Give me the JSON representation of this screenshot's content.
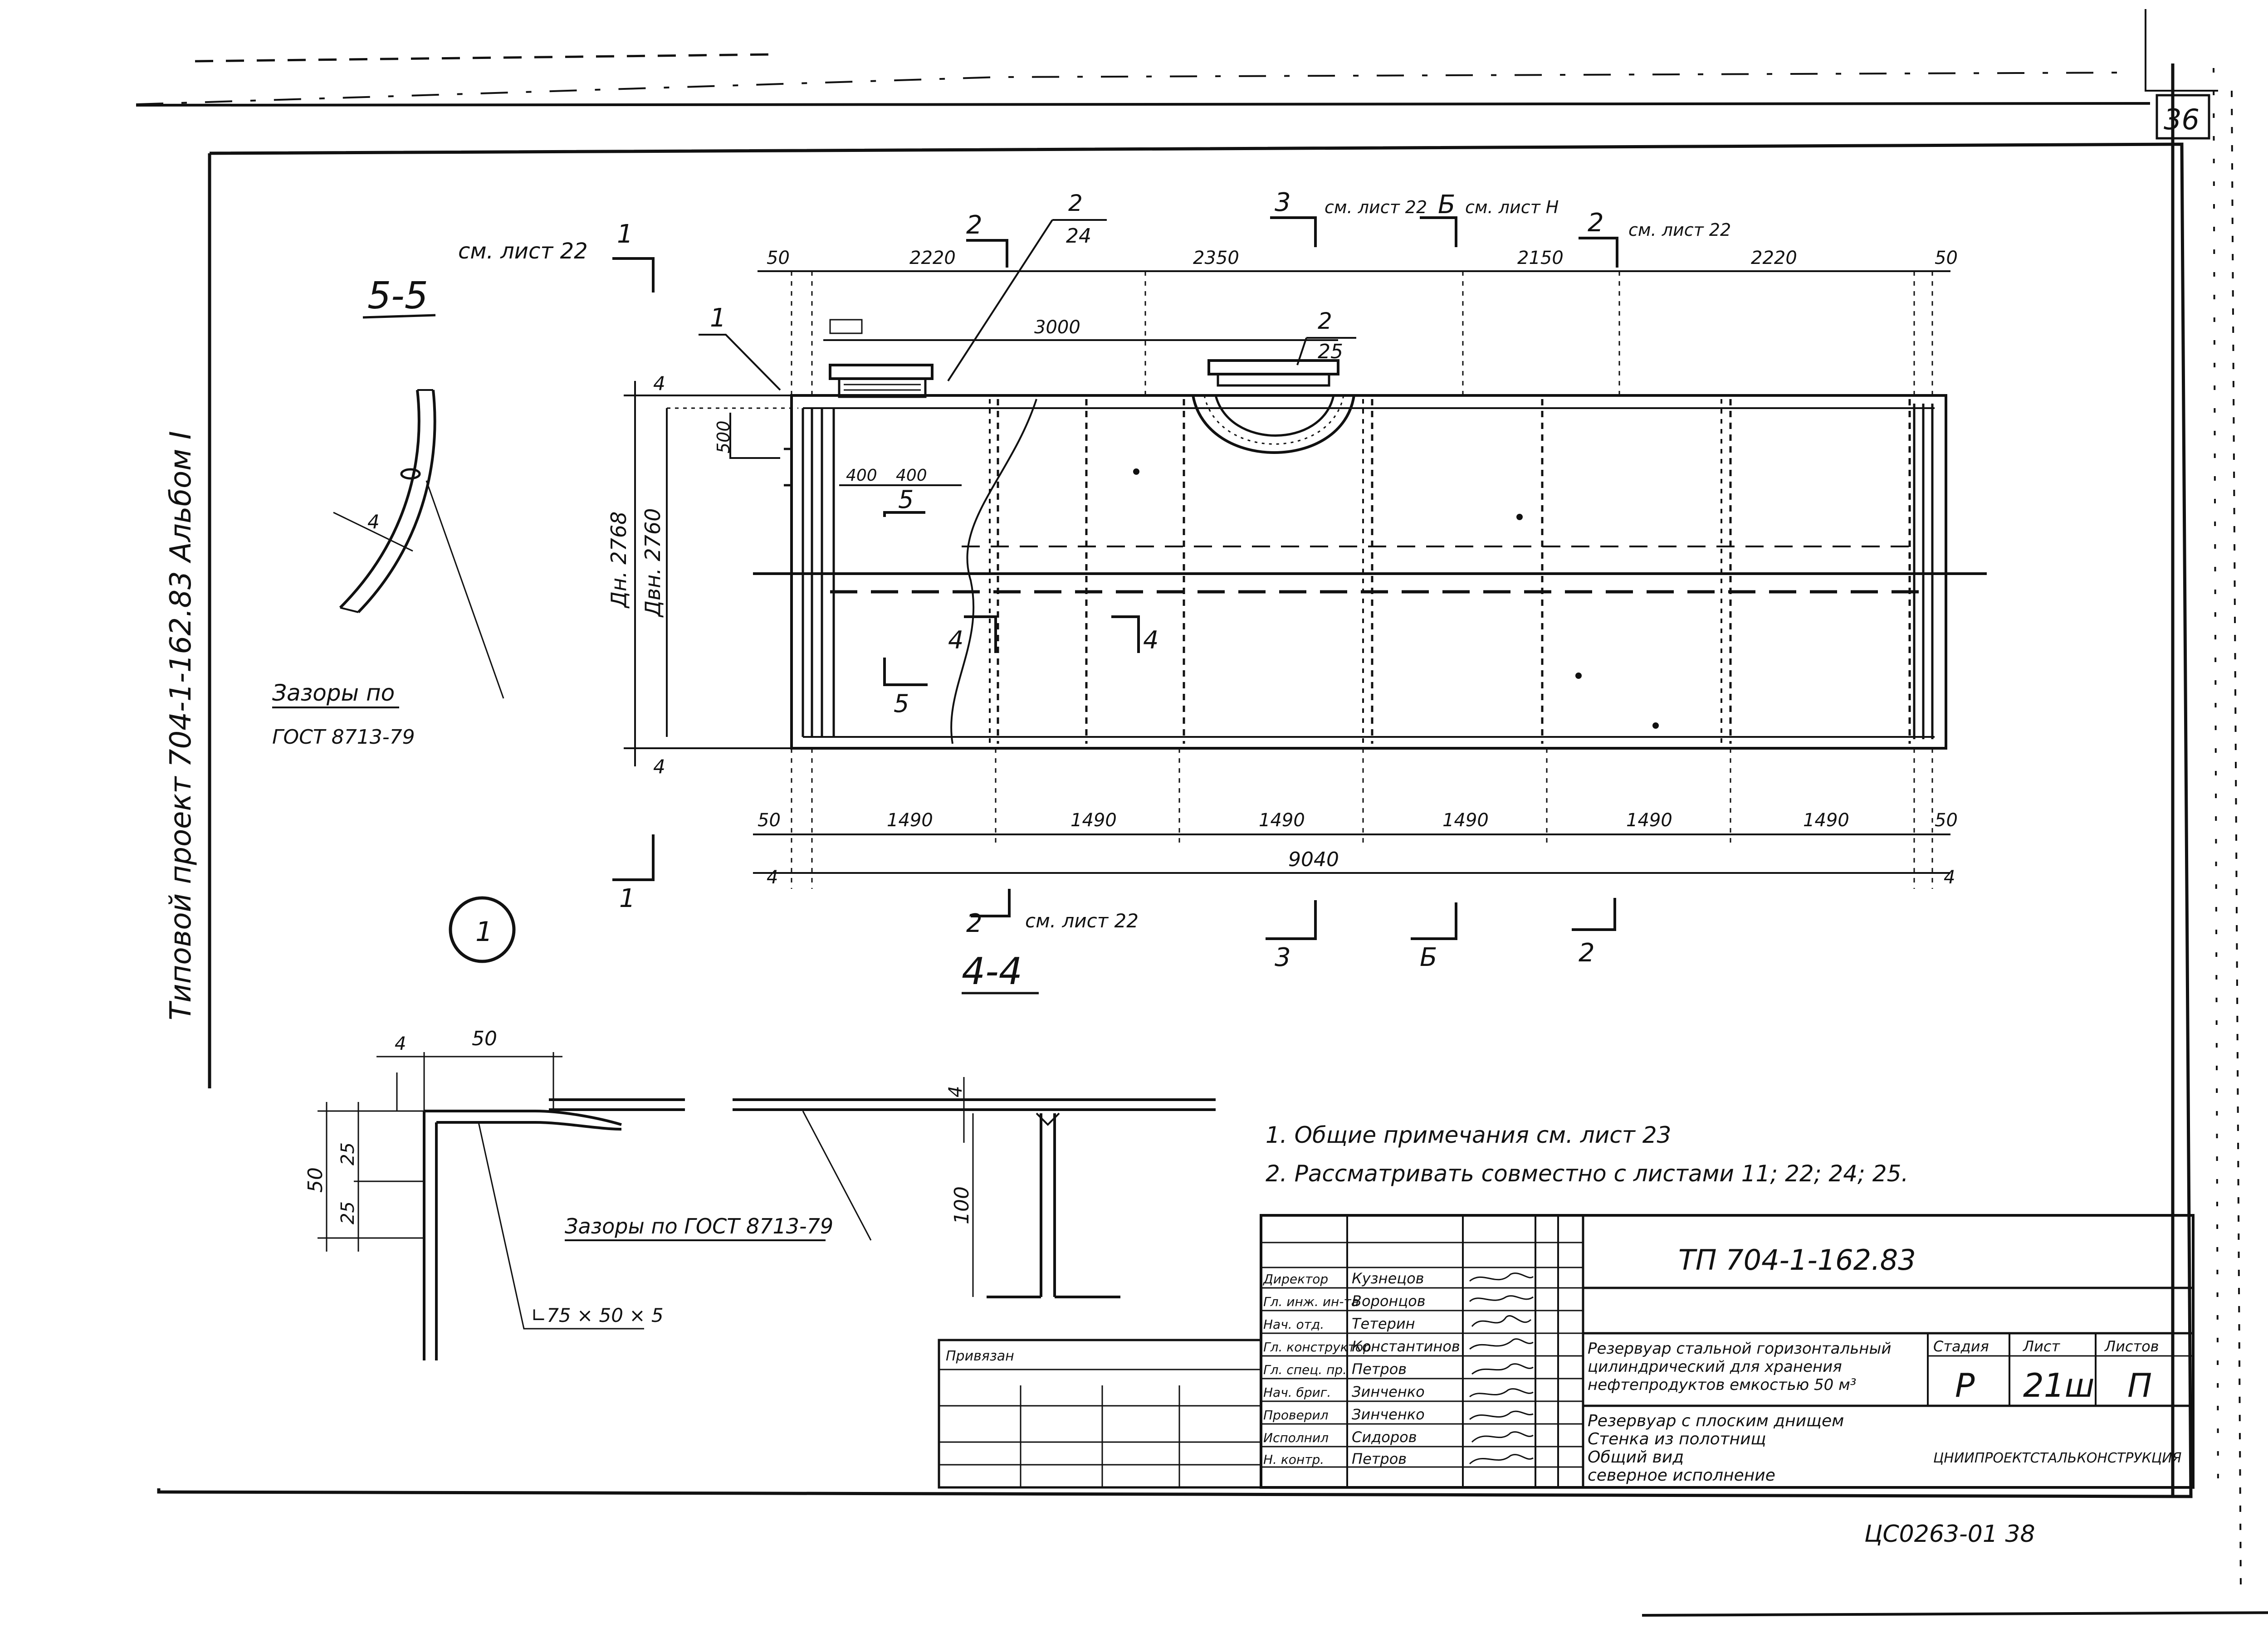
{
  "sheet": {
    "corner_number": "36",
    "bottom_stamp": "ЦС0263-01 38",
    "margin_text": "Типовой проект 704-1-162.83 Альбом I"
  },
  "section_55": {
    "title": "5-5",
    "ref": "см. лист 22",
    "gap_label": "4",
    "gaps_note_line1": "Зазоры по",
    "gaps_note_line2": "ГОСТ 8713-79"
  },
  "section_44": {
    "title": "4-4",
    "dim_top": [
      "50",
      "2220",
      "2350",
      "2150",
      "2220",
      "50"
    ],
    "dim_bottom": [
      "50",
      "1490",
      "1490",
      "1490",
      "1490",
      "1490",
      "1490",
      "50"
    ],
    "dim_total": "9040",
    "dim_end": "4",
    "dim_hatch": "3000",
    "dim_small": "400",
    "dim_small2": "400",
    "dim_500": "500",
    "dn_outer": "Дн. 2768",
    "dn_inner": "Двн. 2760",
    "callout_1": "1",
    "callout_2_24": [
      "2",
      "24"
    ],
    "callout_2_25": [
      "2",
      "25"
    ],
    "cut_2_ref": "см. лист 22",
    "cut_3_ref": "см. лист 22",
    "cut_b_ref": "см. лист Н",
    "cut_labels": [
      "2",
      "3",
      "Б",
      "2",
      "1",
      "5",
      "4"
    ],
    "node_label": "1"
  },
  "detail_corner": {
    "dim_4": "4",
    "dim_50": "50",
    "dim_25a": "25",
    "dim_25b": "25",
    "dim_50v": "50",
    "angle": "∟75 × 50 × 5",
    "gaps": "Зазоры по ГОСТ 8713-79"
  },
  "detail_t": {
    "dim_4": "4",
    "dim_100": "100"
  },
  "notes": [
    "1. Общие примечания см. лист 23",
    "2. Рассматривать совместно с листами 11; 22; 24; 25."
  ],
  "title_block": {
    "code": "ТП 704-1-162.83",
    "description": "Резервуар стальной горизонтальный цилиндрический для хранения нефтепродуктов емкостью 50 м³",
    "description_lines": [
      "Резервуар стальной горизонтальный",
      "цилиндрический для хранения",
      "нефтепродуктов емкостью 50 м³"
    ],
    "subject_lines": [
      "Резервуар с плоским днищем",
      "Стенка из полотнищ",
      "Общий вид",
      "северное исполнение"
    ],
    "stage_label": "Стадия",
    "sheet_label": "Лист",
    "sheets_label": "Листов",
    "stage": "Р",
    "sheet": "21ш",
    "sheets": "П",
    "org": "ЦНИИПРОЕКТСТАЛЬКОНСТРУКЦИЯ",
    "signer_roles": [
      "Директор",
      "Гл. инж. ин-та",
      "Нач. отд.",
      "Гл. конструктор",
      "Гл. спец. пр.",
      "Нач. бриг.",
      "Проверил",
      "Исполнил",
      "Н. контр."
    ],
    "signer_names": [
      "Кузнецов",
      "Воронцов",
      "Тетерин",
      "Константинов",
      "Петров",
      "Зинченко",
      "Зинченко",
      "Сидоров",
      "Петров"
    ],
    "left_label": "Привязан"
  }
}
